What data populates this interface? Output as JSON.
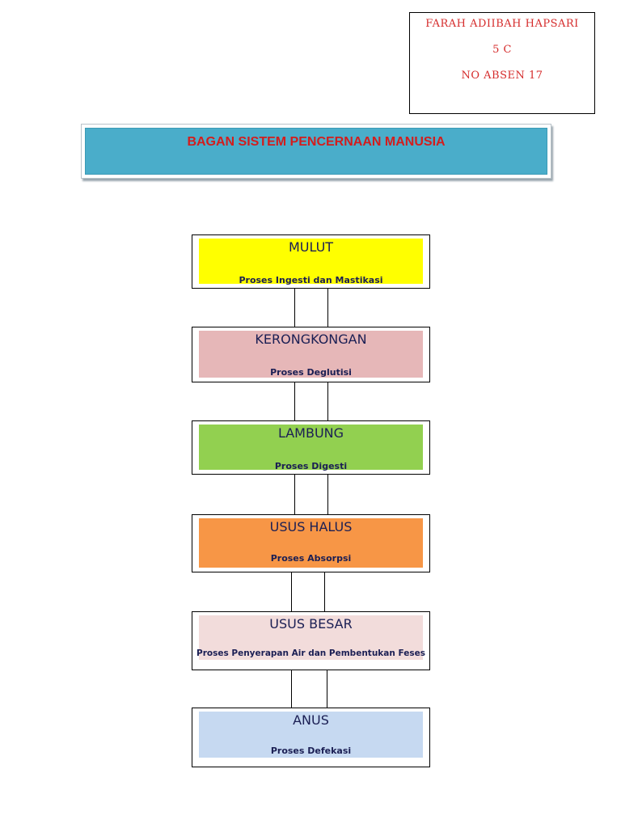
{
  "student": {
    "name": "FARAH ADIIBAH HAPSARI",
    "class": "5 C",
    "absen": "NO ABSEN 17"
  },
  "title": "BAGAN SISTEM PENCERNAAN MANUSIA",
  "steps": [
    {
      "name": "MULUT",
      "process": "Proses Ingesti dan Mastikasi",
      "color": "#ffff00"
    },
    {
      "name": "KERONGKONGAN",
      "process": "Proses Deglutisi",
      "color": "#e6b7b8"
    },
    {
      "name": "LAMBUNG",
      "process": "Proses Digesti",
      "color": "#92d050"
    },
    {
      "name": "USUS HALUS",
      "process": "Proses Absorpsi",
      "color": "#f79646"
    },
    {
      "name": "USUS BESAR",
      "process": "Proses Penyerapan Air dan Pembentukan Feses",
      "color": "#f2dcdb"
    },
    {
      "name": "ANUS",
      "process": "Proses Defekasi",
      "color": "#c6d9f1"
    }
  ]
}
